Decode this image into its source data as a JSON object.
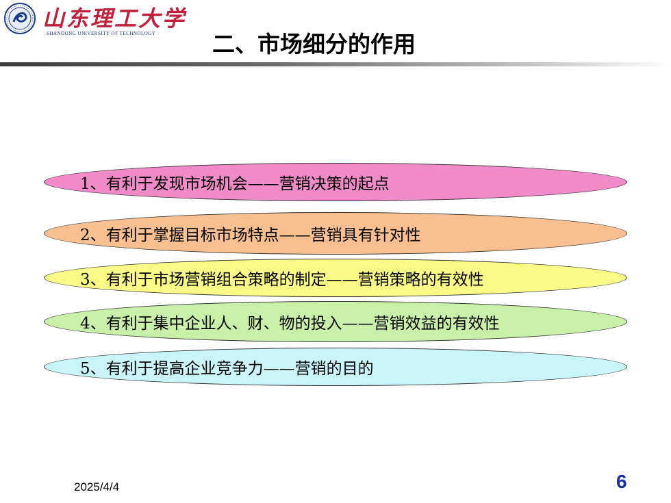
{
  "header": {
    "logo_cn": "山东理工大学",
    "logo_en": "SHANDONG UNIVERSITY OF TECHNOLOGY",
    "title": "二、市场细分的作用"
  },
  "items": [
    {
      "text": "1、有利于发现市场机会——营销决策的起点",
      "color": "#f08ac8"
    },
    {
      "text": "2、有利于掌握目标市场特点——营销具有针对性",
      "color": "#f8c090"
    },
    {
      "text": "3、有利于市场营销组合策略的制定——营销策略的有效性",
      "color": "#fafa86"
    },
    {
      "text": "4、有利于集中企业人、财、物的投入——营销效益的有效性",
      "color": "#c8f0a8"
    },
    {
      "text": "5、有利于提高企业竞争力——营销的目的",
      "color": "#c8f4fa"
    }
  ],
  "footer": {
    "date": "2025/4/4",
    "page": "6"
  }
}
